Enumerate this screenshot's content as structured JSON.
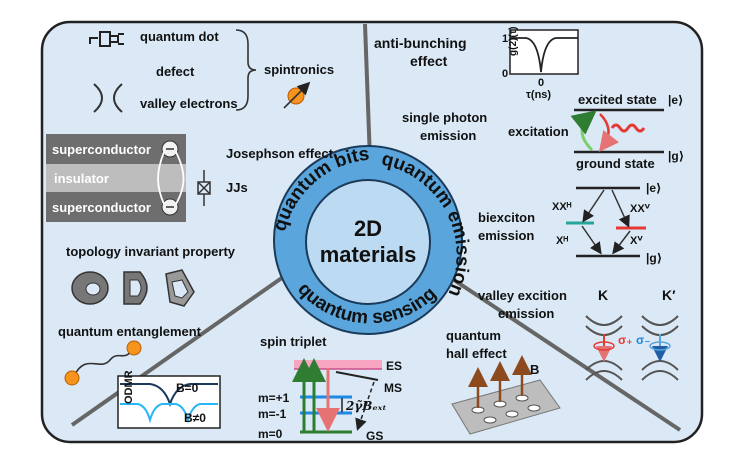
{
  "center": {
    "title_line1": "2D",
    "title_line2": "materials",
    "ring_labels": [
      "quantum bits",
      "quantum emission",
      "quantum sensing"
    ]
  },
  "quantum_bits": {
    "items": [
      "quantum dot",
      "defect",
      "valley electrons"
    ],
    "spintronics": "spintronics",
    "josephson": {
      "layers": [
        "superconductor",
        "insulator",
        "superconductor"
      ],
      "effect": "Josephson effect",
      "jjs": "JJs"
    },
    "topology": "topology invariant property",
    "entanglement": "quantum entanglement"
  },
  "quantum_emission": {
    "antibunching": {
      "line1": "anti-bunching",
      "line2": "effect",
      "ylabel": "g(2)(τ)",
      "xlabel": "τ(ns)",
      "y_ticks": [
        "1",
        "0"
      ],
      "x_tick": "0"
    },
    "single_photon": {
      "line1": "single photon",
      "line2": "emission",
      "excited": "excited state",
      "ground": "ground state",
      "excitation": "excitation",
      "ket_e": "|e⟩",
      "ket_g": "|g⟩"
    },
    "biexciton": {
      "line1": "biexciton",
      "line2": "emission",
      "ket_e": "|e⟩",
      "ket_g": "|g⟩",
      "xxh": "XXᴴ",
      "xxv": "XXⱽ",
      "xh": "Xᴴ",
      "xv": "Xⱽ"
    },
    "valley": {
      "line1": "valley excition",
      "line2": "emission",
      "k": "K",
      "kprime": "K′",
      "sigma_plus": "σ₊",
      "sigma_minus": "σ₋"
    }
  },
  "quantum_sensing": {
    "odmr": {
      "ylabel": "ODMR",
      "b0": "B=0",
      "bnot0": "B≠0"
    },
    "spin_triplet": {
      "title": "spin triplet",
      "es": "ES",
      "ms": "MS",
      "gs": "GS",
      "m_plus": "m=+1",
      "m_minus": "m=-1",
      "m_zero": "m=0",
      "splitting": "2γ̃Bₑₓₜ"
    },
    "hall": {
      "line1": "quantum",
      "line2": "hall effect",
      "b": "B"
    }
  },
  "colors": {
    "panel_fill": "#dbe9f6",
    "panel_border": "#222222",
    "ring": "#5aa6dc",
    "ring_inner": "#bcdaf1",
    "divider": "#666666",
    "sc_gray": "#6e6e6e",
    "ins_gray": "#bdbdbd",
    "orange": "#f7941d",
    "red": "#e53935",
    "green": "#2e7d32",
    "blue": "#1e88e5",
    "pink": "#f8a5c2",
    "teal": "#26a69a",
    "brown": "#8d4a1e"
  }
}
